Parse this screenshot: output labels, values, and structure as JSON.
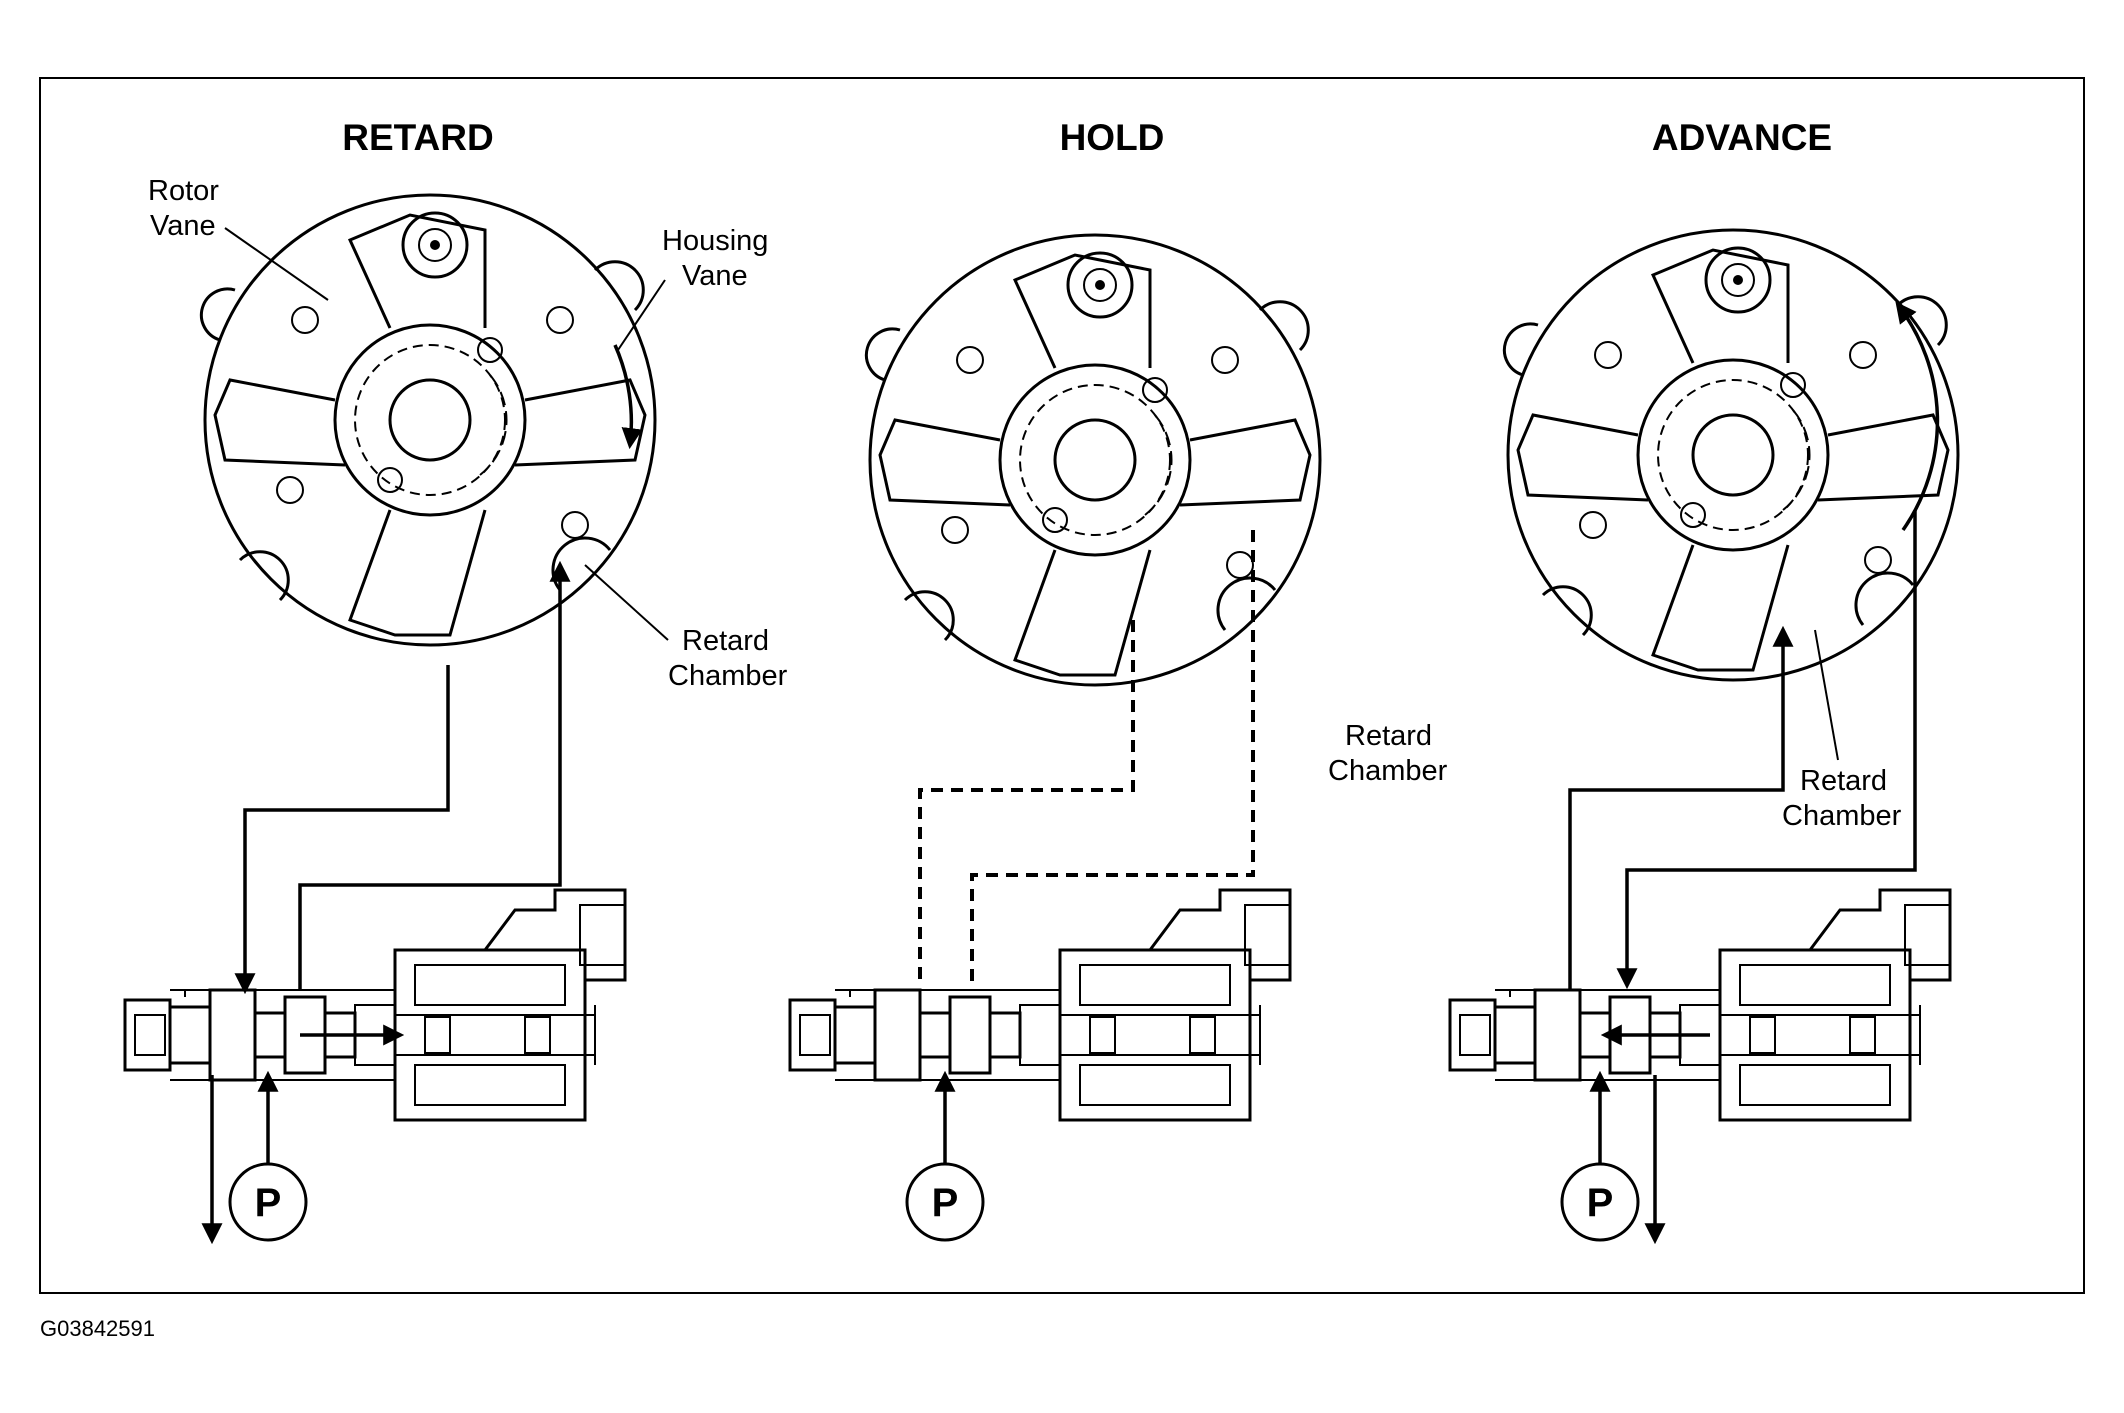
{
  "panels": [
    {
      "title": "RETARD"
    },
    {
      "title": "HOLD"
    },
    {
      "title": "ADVANCE"
    }
  ],
  "labels": {
    "rotor_vane_line1": "Rotor",
    "rotor_vane_line2": "Vane",
    "housing_vane_line1": "Housing",
    "housing_vane_line2": "Vane",
    "retard_chamber_line1": "Retard",
    "retard_chamber_line2": "Chamber",
    "pressure": "P"
  },
  "figure_id": "G03842591"
}
